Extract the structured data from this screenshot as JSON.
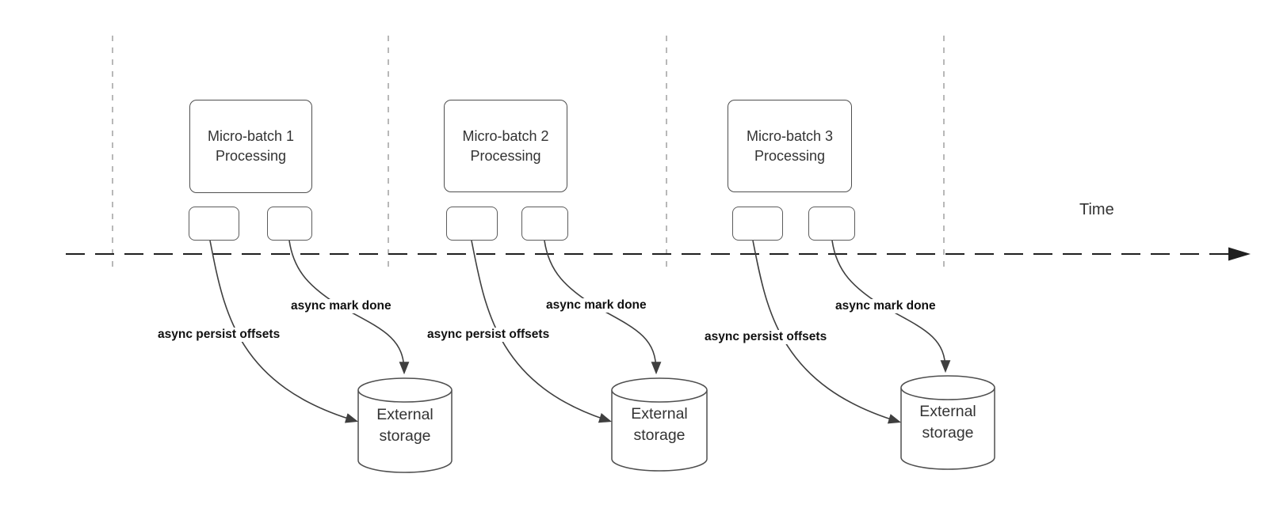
{
  "diagram": {
    "timeline_label": "Time",
    "groups": [
      {
        "title_line1": "Micro-batch 1",
        "title_line2": "Processing",
        "persist_label": "async persist offsets",
        "done_label": "async mark done",
        "storage_line1": "External",
        "storage_line2": "storage"
      },
      {
        "title_line1": "Micro-batch 2",
        "title_line2": "Processing",
        "persist_label": "async persist offsets",
        "done_label": "async mark done",
        "storage_line1": "External",
        "storage_line2": "storage"
      },
      {
        "title_line1": "Micro-batch 3",
        "title_line2": "Processing",
        "persist_label": "async persist offsets",
        "done_label": "async mark done",
        "storage_line1": "External",
        "storage_line2": "storage"
      }
    ]
  },
  "colors": {
    "background": "#ffffff",
    "box_border": "#4f4f4f",
    "small_box_border": "#5c5c5c",
    "arrow": "#3f3f3f",
    "timeline": "#1f1f1f",
    "grid_dash": "#a6a6a6",
    "text": "#333333",
    "label_text": "#111111"
  }
}
